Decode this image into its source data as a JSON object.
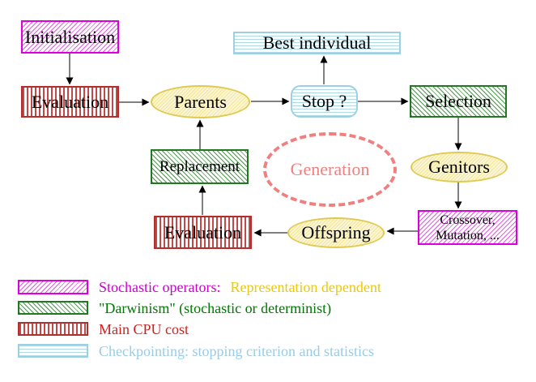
{
  "nodes": {
    "initialisation": {
      "label": "Initialisation"
    },
    "evaluation_top": {
      "label": "Evaluation"
    },
    "parents": {
      "label": "Parents"
    },
    "best_individual": {
      "label": "Best individual"
    },
    "stop": {
      "label": "Stop ?"
    },
    "selection": {
      "label": "Selection"
    },
    "genitors": {
      "label": "Genitors"
    },
    "crossover": {
      "line1": "Crossover,",
      "line2": "Mutation, ..."
    },
    "offspring": {
      "label": "Offspring"
    },
    "evaluation_bottom": {
      "label": "Evaluation"
    },
    "replacement": {
      "label": "Replacement"
    },
    "generation": {
      "label": "Generation"
    }
  },
  "legend": {
    "rows": [
      {
        "label1": "Stochastic operators:",
        "label2": "Representation dependent"
      },
      {
        "label": "\"Darwinism\" (stochastic or determinist)"
      },
      {
        "label": "Main CPU cost"
      },
      {
        "label": "Checkpointing: stopping criterion and statistics"
      }
    ]
  },
  "colors": {
    "magenta_border": "#DD00DD",
    "green_border": "#227722",
    "red_border": "#B03030",
    "cyan_border": "#9FCFE2",
    "yellow_border": "#E0CA52",
    "salmon": "#F08080",
    "legend_magenta_text": "#CC00CC",
    "legend_gold_text": "#EEC900",
    "legend_green_text": "#007700",
    "legend_red_text": "#CC2222",
    "legend_cyan_text": "#99CCE6",
    "arrow": "#000000"
  }
}
